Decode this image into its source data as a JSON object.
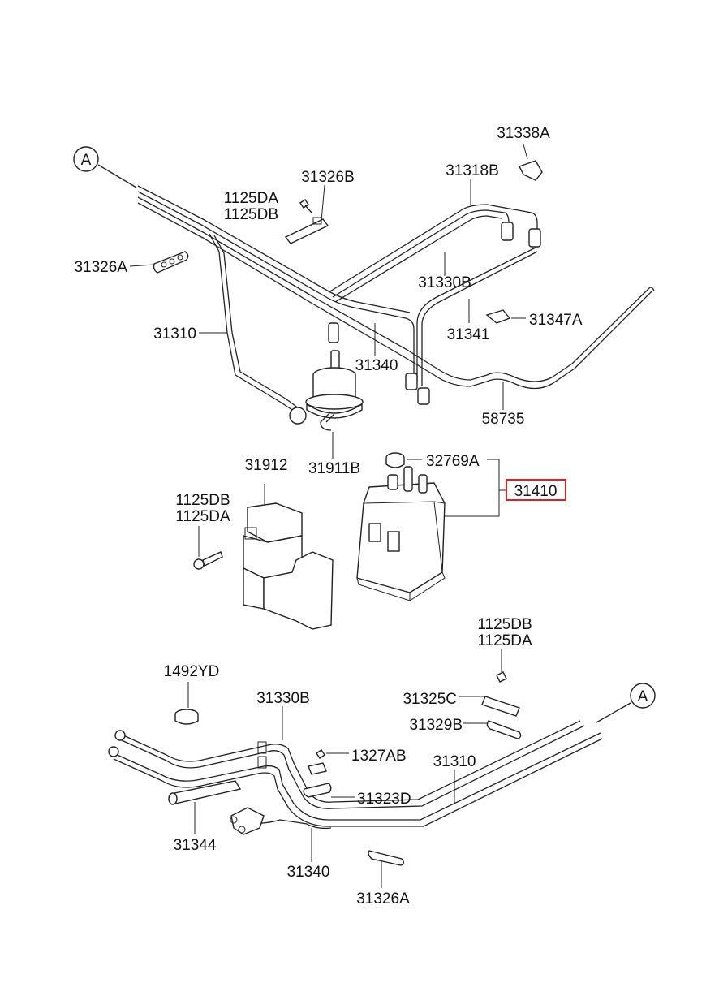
{
  "diagram": {
    "ref_marker_top": "A",
    "ref_marker_bottom": "A",
    "highlight_color": "#e02020",
    "labels": {
      "p31338A": "31338A",
      "p31326B": "31326B",
      "p31318B": "31318B",
      "p1125DA_top": "1125DA",
      "p1125DB_top": "1125DB",
      "p31326A_top": "31326A",
      "p31330B_top": "31330B",
      "p31341": "31341",
      "p31347A": "31347A",
      "p31310_top": "31310",
      "p31340_top": "31340",
      "p58735": "58735",
      "p31911B": "31911B",
      "p31912": "31912",
      "p32769A": "32769A",
      "p31410": "31410",
      "p1125DB_mid": "1125DB",
      "p1125DA_mid": "1125DA",
      "p1125DB_right": "1125DB",
      "p1125DA_right": "1125DA",
      "p1492YD": "1492YD",
      "p31330B_bottom": "31330B",
      "p31325C": "31325C",
      "p31329B": "31329B",
      "p1327AB": "1327AB",
      "p31310_bottom": "31310",
      "p31323D": "31323D",
      "p31344": "31344",
      "p31340_bottom": "31340",
      "p31326A_bottom": "31326A"
    }
  }
}
